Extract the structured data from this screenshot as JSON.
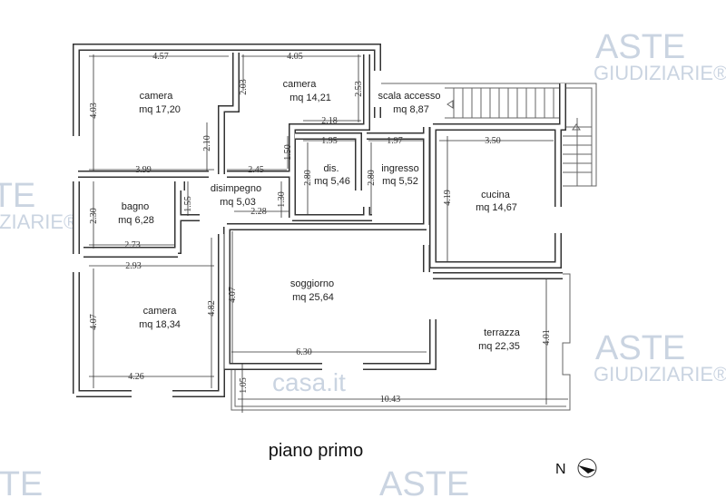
{
  "title": "piano primo",
  "north_label": "N",
  "watermark": {
    "line1": "ASTE",
    "line2": "GIUDIZIARIE®",
    "casa": "casa.it"
  },
  "rooms": [
    {
      "name": "camera",
      "area": "mq 17,20"
    },
    {
      "name": "camera",
      "area": "mq 14,21"
    },
    {
      "name": "scala accesso",
      "area": "mq 8,87"
    },
    {
      "name": "dis.",
      "area": "mq 5,46"
    },
    {
      "name": "ingresso",
      "area": "mq 5,52"
    },
    {
      "name": "cucina",
      "area": "mq 14,67"
    },
    {
      "name": "disimpegno",
      "area": "mq 5,03"
    },
    {
      "name": "bagno",
      "area": "mq 6,28"
    },
    {
      "name": "soggiorno",
      "area": "mq 25,64"
    },
    {
      "name": "camera",
      "area": "mq 18,34"
    },
    {
      "name": "terrazza",
      "area": "mq 22,35"
    }
  ],
  "dimensions": [
    "4.57",
    "4.05",
    "4.03",
    "2.03",
    "2.53",
    "2.18",
    "2.10",
    "1.50",
    "1.95",
    "1.97",
    "3.50",
    "3.99",
    "2.45",
    "2.80",
    "2.80",
    "4.19",
    "1.55",
    "1.30",
    "2.28",
    "2.30",
    "2.73",
    "2.93",
    "4.07",
    "4.82",
    "4.07",
    "6.30",
    "4.26",
    "1.05",
    "10.43",
    "4.01"
  ]
}
